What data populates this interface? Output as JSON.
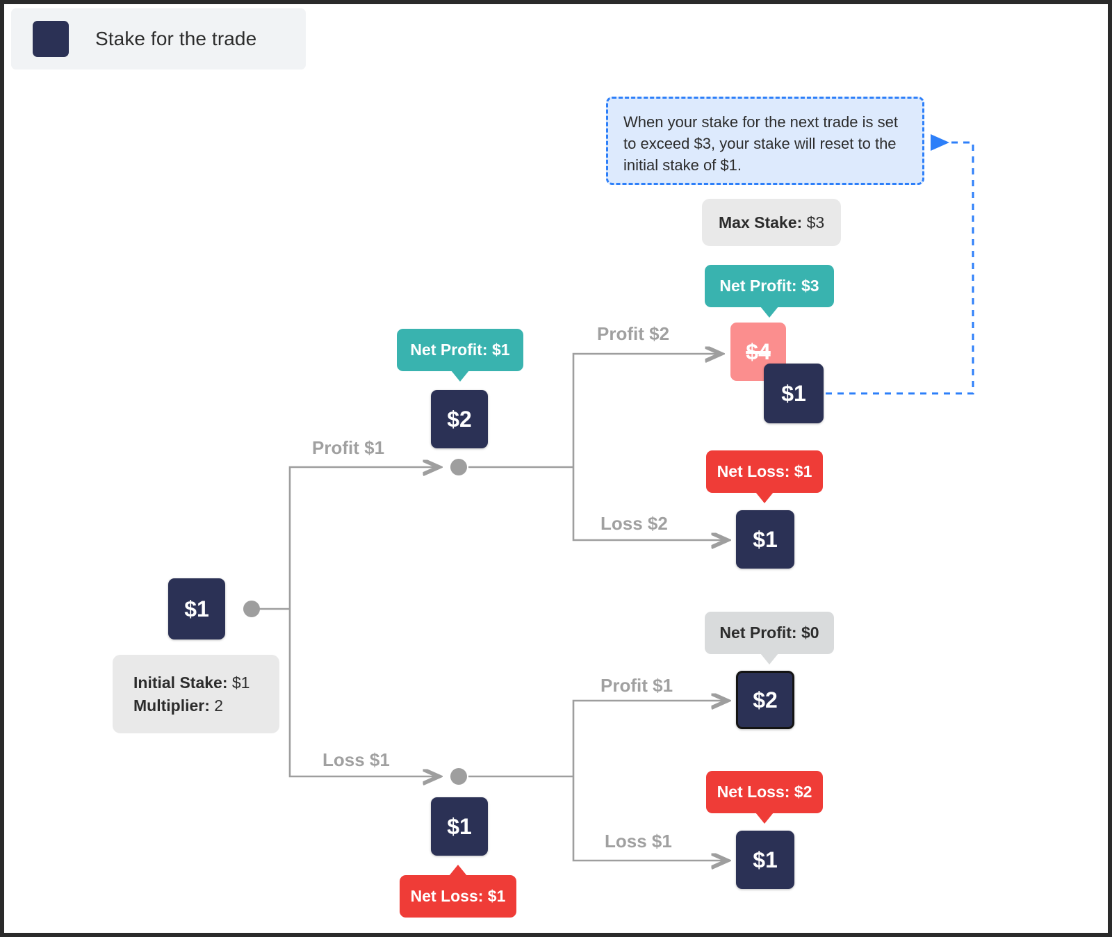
{
  "legend": {
    "swatch_name": "stake-swatch",
    "label": "Stake for the trade",
    "swatch_color": "#2b3155"
  },
  "callout": {
    "text": "When your stake for the next trade is set to exceed $3, your stake will reset to the initial stake of $1.",
    "border_color": "#2d7ff9",
    "fill_color": "#ddeafd"
  },
  "info": {
    "max_stake_label": "Max Stake:",
    "max_stake_value": "$3",
    "initial_stake_label": "Initial Stake:",
    "initial_stake_value": "$1",
    "multiplier_label": "Multiplier:",
    "multiplier_value": "2"
  },
  "nodes": {
    "root": "$1",
    "profit_l1": "$2",
    "loss_l1": "$1",
    "profit_profit_void": "$4",
    "profit_profit_reset": "$1",
    "profit_loss": "$1",
    "loss_profit": "$2",
    "loss_loss": "$1"
  },
  "badges": {
    "net_profit_1": "Net Profit: $1",
    "net_profit_3": "Net Profit: $3",
    "net_loss_1_top": "Net Loss: $1",
    "net_profit_0": "Net Profit: $0",
    "net_loss_2": "Net Loss: $2",
    "net_loss_1_bottom": "Net Loss: $1"
  },
  "edges": {
    "profit_1": "Profit $1",
    "loss_1": "Loss $1",
    "profit_2": "Profit $2",
    "loss_2": "Loss $2",
    "profit_1_lower": "Profit $1",
    "loss_1_lower": "Loss $1"
  },
  "colors": {
    "stake": "#2b3155",
    "profit": "#39b3af",
    "loss": "#ef3c37",
    "neutral": "#d9dbdc",
    "void": "#fb8e8e",
    "edge": "#9e9e9e",
    "accent": "#2d7ff9"
  },
  "chart_data": {
    "type": "diagram",
    "title": "Stake for the trade",
    "structure": "binary decision tree of martingale stake progression",
    "initial_stake": 1,
    "multiplier": 2,
    "max_stake": 3,
    "tree": [
      {
        "id": "root",
        "stake": "$1",
        "depth": 0,
        "net": null
      },
      {
        "id": "profit_l1",
        "stake": "$2",
        "depth": 1,
        "from": "root",
        "edge": "Profit $1",
        "net": "Net Profit: $1"
      },
      {
        "id": "loss_l1",
        "stake": "$1",
        "depth": 1,
        "from": "root",
        "edge": "Loss $1",
        "net": "Net Loss: $1"
      },
      {
        "id": "profit_profit",
        "stake": "$4",
        "depth": 2,
        "from": "profit_l1",
        "edge": "Profit $2",
        "net": "Net Profit: $3",
        "voided": true,
        "reset_to": "$1"
      },
      {
        "id": "profit_loss",
        "stake": "$1",
        "depth": 2,
        "from": "profit_l1",
        "edge": "Loss $2",
        "net": "Net Loss: $1"
      },
      {
        "id": "loss_profit",
        "stake": "$2",
        "depth": 2,
        "from": "loss_l1",
        "edge": "Profit $1",
        "net": "Net Profit: $0"
      },
      {
        "id": "loss_loss",
        "stake": "$1",
        "depth": 2,
        "from": "loss_l1",
        "edge": "Loss $1",
        "net": "Net Loss: $2"
      }
    ]
  }
}
